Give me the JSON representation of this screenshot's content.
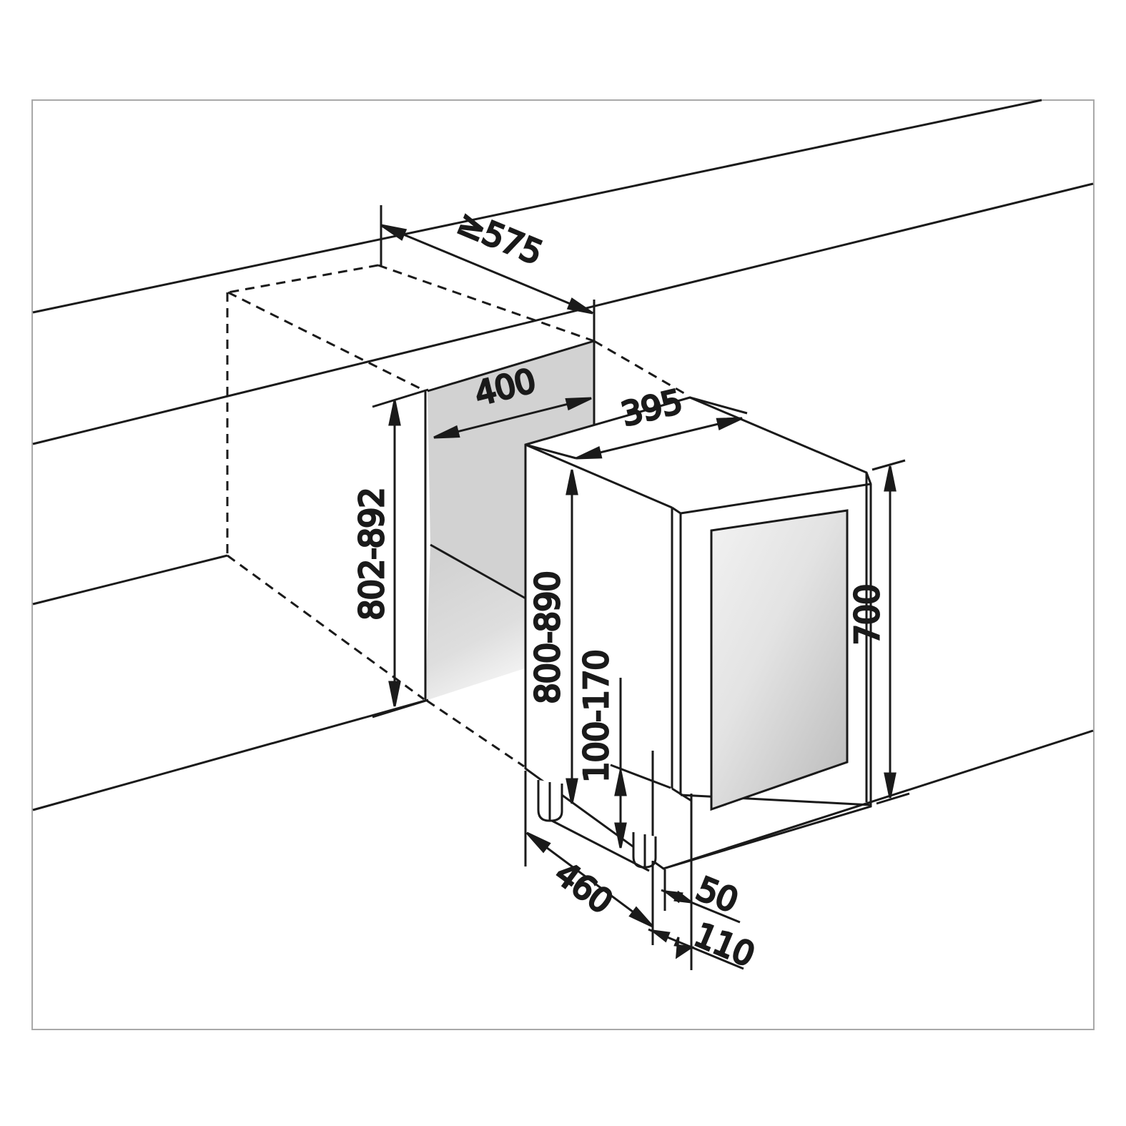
{
  "diagram": {
    "labels": {
      "niche_depth_min": "≥575",
      "niche_width": "400",
      "niche_height": "802-892",
      "appliance_width": "395",
      "appliance_height": "800-890",
      "feet_height": "100-170",
      "door_height": "700",
      "appliance_depth": "460",
      "front_offset": "50",
      "total_offset": "110"
    },
    "colors": {
      "line": "#1a1a1a",
      "panel_gray": "#d2d2d2",
      "border_gray": "#a9a9a9"
    }
  }
}
